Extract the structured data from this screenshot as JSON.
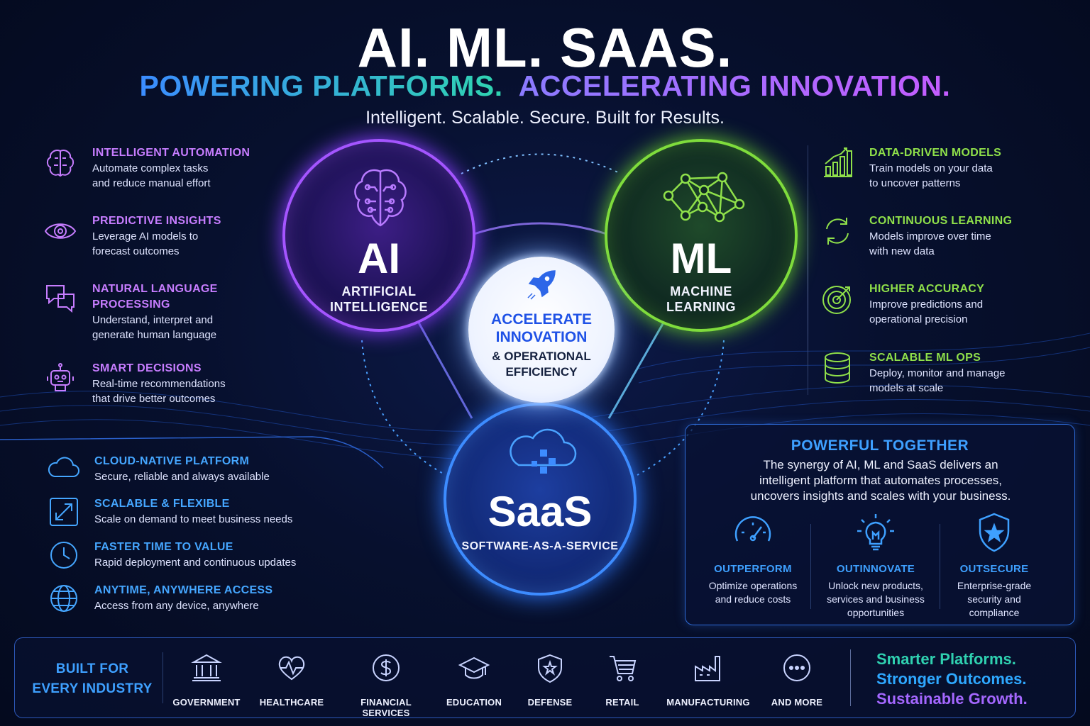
{
  "header": {
    "title": "AI. ML. SAAS.",
    "subtitle_a": "POWERING PLATFORMS.",
    "subtitle_b": "ACCELERATING INNOVATION.",
    "tagline": "Intelligent. Scalable. Secure. Built for Results."
  },
  "left_features": [
    {
      "icon": "brain-icon",
      "title": "INTELLIGENT AUTOMATION",
      "desc1": "Automate complex tasks",
      "desc2": "and reduce manual effort"
    },
    {
      "icon": "eye-icon",
      "title": "PREDICTIVE INSIGHTS",
      "desc1": "Leverage AI models to",
      "desc2": "forecast outcomes"
    },
    {
      "icon": "chat-bubbles-icon",
      "title1": "NATURAL LANGUAGE",
      "title2": "PROCESSING",
      "desc1": "Understand, interpret  and",
      "desc2": "generate human language"
    },
    {
      "icon": "robot-icon",
      "title": "SMART DECISIONS",
      "desc1": "Real-time recommendations",
      "desc2": "that drive better outcomes"
    }
  ],
  "right_features": [
    {
      "icon": "bar-chart-icon",
      "title": "DATA-DRIVEN MODELS",
      "desc1": "Train models on your data",
      "desc2": "to uncover patterns"
    },
    {
      "icon": "refresh-icon",
      "title": "CONTINUOUS LEARNING",
      "desc1": "Models improve over time",
      "desc2": "with new data"
    },
    {
      "icon": "target-icon",
      "title": "HIGHER ACCURACY",
      "desc1": "Improve predictions and",
      "desc2": "operational precision"
    },
    {
      "icon": "database-icon",
      "title": "SCALABLE ML OPS",
      "desc1": "Deploy, monitor and manage",
      "desc2": "models at scale"
    }
  ],
  "saas_features": [
    {
      "icon": "cloud-icon",
      "title": "CLOUD-NATIVE PLATFORM",
      "desc": "Secure, reliable and always available"
    },
    {
      "icon": "expand-icon",
      "title": "SCALABLE & FLEXIBLE",
      "desc": "Scale on demand to meet business needs"
    },
    {
      "icon": "clock-icon",
      "title": "FASTER TIME TO VALUE",
      "desc": "Rapid deployment and continuous updates"
    },
    {
      "icon": "globe-icon",
      "title": "ANYTIME, ANYWHERE ACCESS",
      "desc": "Access from any device, anywhere"
    }
  ],
  "circles": {
    "ai": {
      "big": "AI",
      "label1": "ARTIFICIAL",
      "label2": "INTELLIGENCE"
    },
    "ml": {
      "big": "ML",
      "label1": "MACHINE",
      "label2": "LEARNING"
    },
    "saas": {
      "big": "SaaS",
      "label": "SOFTWARE-AS-A-SERVICE"
    },
    "center": {
      "line1": "ACCELERATE",
      "line2": "INNOVATION",
      "line3": "& OPERATIONAL",
      "line4": "EFFICIENCY"
    }
  },
  "together": {
    "title": "POWERFUL TOGETHER",
    "body1": "The synergy of AI, ML and SaaS delivers an",
    "body2": "intelligent platform that automates processes,",
    "body3": "uncovers insights and scales with your business.",
    "items": [
      {
        "icon": "speedometer-icon",
        "title": "OUTPERFORM",
        "desc1": "Optimize operations",
        "desc2": "and reduce costs",
        "desc3": ""
      },
      {
        "icon": "lightbulb-icon",
        "title": "OUTINNOVATE",
        "desc1": "Unlock new products,",
        "desc2": "services and business",
        "desc3": "opportunities"
      },
      {
        "icon": "shield-star-icon",
        "title": "OUTSECURE",
        "desc1": "Enterprise-grade",
        "desc2": "security and",
        "desc3": "compliance"
      }
    ]
  },
  "industries": {
    "heading1": "BUILT FOR",
    "heading2": "EVERY INDUSTRY",
    "items": [
      {
        "icon": "government-icon",
        "label": "GOVERNMENT"
      },
      {
        "icon": "heart-pulse-icon",
        "label": "HEALTHCARE"
      },
      {
        "icon": "dollar-coin-icon",
        "label": "FINANCIAL SERVICES"
      },
      {
        "icon": "graduation-cap-icon",
        "label": "EDUCATION"
      },
      {
        "icon": "shield-icon",
        "label": "DEFENSE"
      },
      {
        "icon": "cart-icon",
        "label": "RETAIL"
      },
      {
        "icon": "factory-icon",
        "label": "MANUFACTURING"
      },
      {
        "icon": "more-icon",
        "label": "AND MORE"
      }
    ],
    "slogan1": "Smarter Platforms.",
    "slogan2": "Stronger Outcomes.",
    "slogan3": "Sustainable Growth."
  },
  "colors": {
    "ai": "#a455ff",
    "ml": "#7fdc3c",
    "saas": "#3d8cff",
    "accent": "#3ea0ff"
  }
}
